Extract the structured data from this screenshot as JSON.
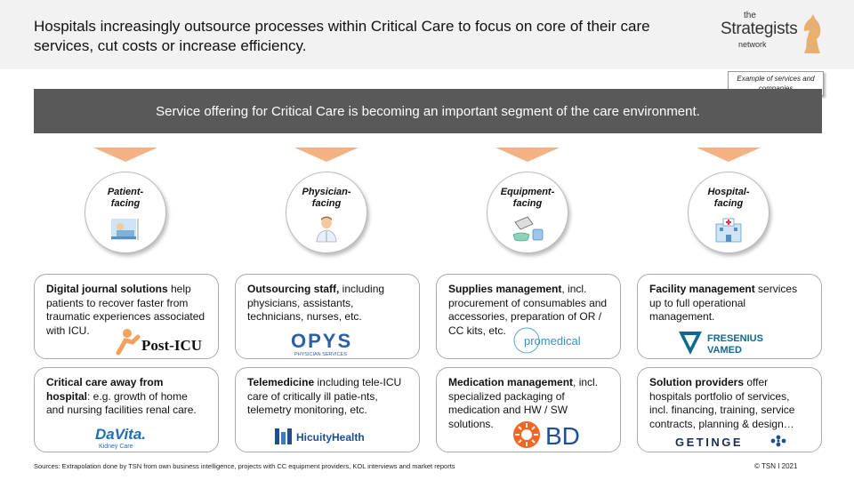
{
  "header": {
    "headline": "Hospitals increasingly outsource processes within Critical Care to focus on core of their care services, cut costs or increase efficiency.",
    "logo_line1": "the",
    "logo_line2": "Strategists",
    "logo_line3": "network"
  },
  "example_note": "Example  of services and companies",
  "banner": "Service offering for Critical Care is becoming an important segment of the care environment.",
  "columns": [
    {
      "category": "Patient-\nfacing",
      "icon": "patient-bed-icon",
      "cards": [
        {
          "bold": "Digital journal solutions",
          "text": " help patients to recover faster from traumatic experiences associated with ICU.",
          "logo": "Post-ICU"
        },
        {
          "bold": "Critical care away from hospital",
          "text": ": e.g. growth of home and nursing facilities renal care.",
          "logo": "DaVita.",
          "logo_sub": "Kidney Care"
        }
      ]
    },
    {
      "category": "Physician-\nfacing",
      "icon": "doctor-icon",
      "cards": [
        {
          "bold": "Outsourcing  staff,",
          "text": " including physicians, assistants, technicians, nurses, etc.",
          "logo": "OPYS",
          "logo_sub": "PHYSICIAN SERVICES"
        },
        {
          "bold": "Telemedicine",
          "text": " including tele-ICU care of critically ill patie-nts, telemetry monitoring,  etc.",
          "logo": "HicuityHealth"
        }
      ]
    },
    {
      "category": "Equipment-\nfacing",
      "icon": "medical-supplies-icon",
      "cards": [
        {
          "bold": "Supplies management",
          "text": ", incl. procurement of consumables and accessories, preparation of OR / CC kits, etc.",
          "logo": "promedical"
        },
        {
          "bold": "Medication management",
          "text": ", incl. specialized packaging of medication and HW / SW solutions.",
          "logo": "BD"
        }
      ]
    },
    {
      "category": "Hospital-\nfacing",
      "icon": "hospital-icon",
      "cards": [
        {
          "bold": "Facility management",
          "text": " services up to full operational management.",
          "logo": "FRESENIUS",
          "logo_sub": "VAMED"
        },
        {
          "bold": "Solution providers",
          "text": " offer hospitals portfolio of services, incl. financing, training, service contracts, planning & design…",
          "logo": "GETINGE"
        }
      ]
    }
  ],
  "footer": {
    "sources": "Sources: Extrapolation done by TSN from own business intelligence, projects with CC equipment providers, KOL interviews and market reports",
    "copyright": "© TSN  I  2021"
  }
}
